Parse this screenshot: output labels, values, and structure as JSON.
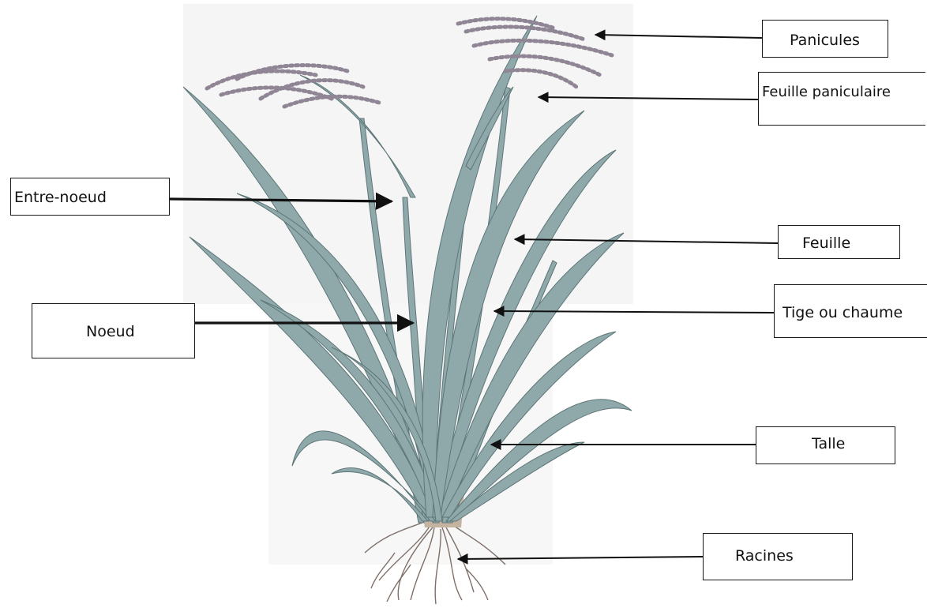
{
  "diagram": {
    "labels": {
      "panicules": "Panicules",
      "feuille_paniculaire": "Feuille paniculaire",
      "entre_noeud": "Entre-noeud",
      "feuille": "Feuille",
      "noeud": "Noeud",
      "tige": "Tige ou chaume",
      "talle": "Talle",
      "racines": "Racines"
    },
    "colors": {
      "leaf": "#8fa9ab",
      "leaf_dark": "#5d7577",
      "panicle": "#8f8594",
      "root": "#7e7069",
      "background_wash": "#f3f3f3"
    }
  }
}
